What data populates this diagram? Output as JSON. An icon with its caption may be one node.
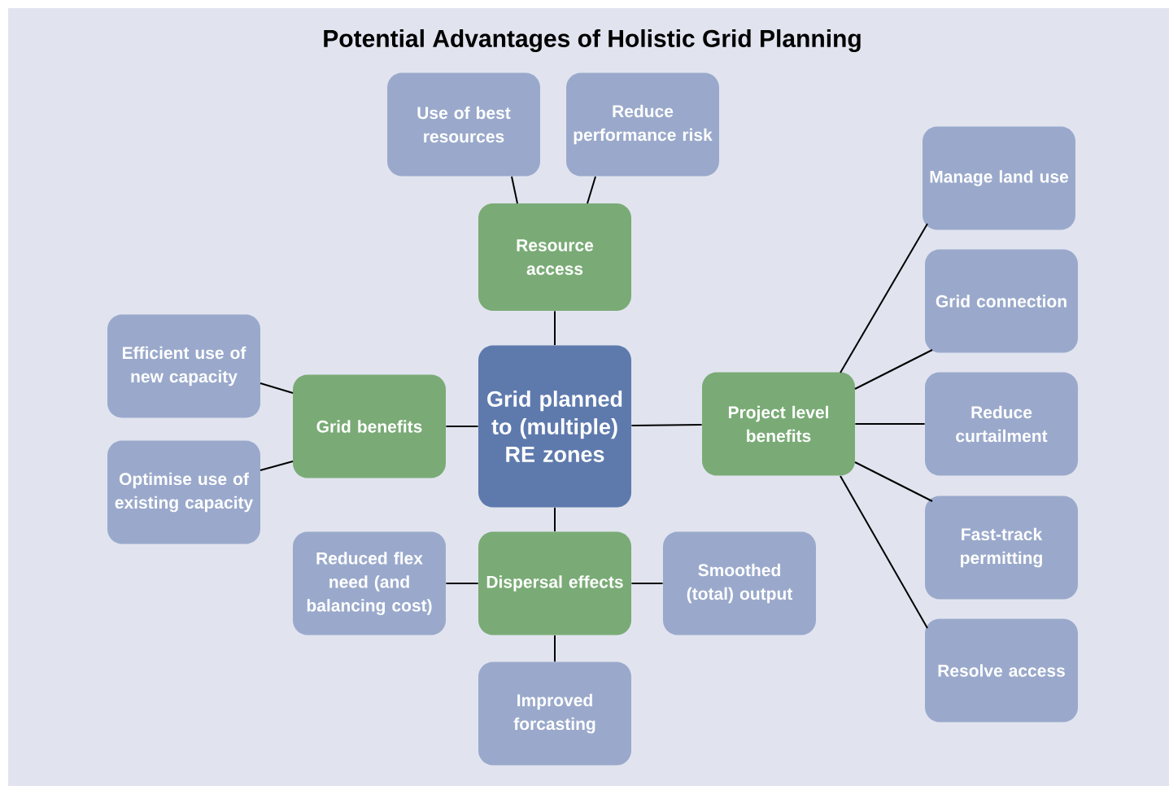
{
  "diagram": {
    "title": "Potential Advantages of Holistic Grid Planning",
    "nodes": [
      {
        "text": [
          "Grid planned to (multiple) RE zones"
        ]
      },
      {
        "text": [
          "Resource access"
        ]
      },
      {
        "text": [
          "Use of best resources"
        ]
      },
      {
        "text": [
          "Reduce performance risk"
        ]
      },
      {
        "text": [
          "Grid benefits"
        ]
      },
      {
        "text": [
          "Efficient use of new capacity"
        ]
      },
      {
        "text": [
          "Optimise use of existing capacity"
        ]
      },
      {
        "text": [
          "Project level benefits"
        ]
      },
      {
        "text": [
          "Manage land use"
        ]
      },
      {
        "text": [
          "Grid connection"
        ]
      },
      {
        "text": [
          "Reduce curtailment"
        ]
      },
      {
        "text": [
          "Fast-track permitting"
        ]
      },
      {
        "text": [
          "Resolve access"
        ]
      },
      {
        "text": [
          "Dispersal effects"
        ]
      },
      {
        "text": [
          "Reduced flex need (and balancing cost)"
        ]
      },
      {
        "text": [
          "Smoothed (total) output"
        ]
      },
      {
        "text": [
          "Improved forcasting"
        ]
      }
    ],
    "edges": [
      {
        "from": 0,
        "to": 1,
        "arrow": "none"
      },
      {
        "from": 1,
        "to": 2,
        "arrow": "none"
      },
      {
        "from": 1,
        "to": 3,
        "arrow": "none"
      },
      {
        "from": 0,
        "to": 4,
        "arrow": "none"
      },
      {
        "from": 4,
        "to": 5,
        "arrow": "none"
      },
      {
        "from": 4,
        "to": 6,
        "arrow": "none"
      },
      {
        "from": 0,
        "to": 7,
        "arrow": "none"
      },
      {
        "from": 7,
        "to": 8,
        "arrow": "none"
      },
      {
        "from": 7,
        "to": 9,
        "arrow": "none"
      },
      {
        "from": 7,
        "to": 10,
        "arrow": "none"
      },
      {
        "from": 7,
        "to": 11,
        "arrow": "none"
      },
      {
        "from": 7,
        "to": 12,
        "arrow": "none"
      },
      {
        "from": 0,
        "to": 13,
        "arrow": "none"
      },
      {
        "from": 13,
        "to": 14,
        "arrow": "none"
      },
      {
        "from": 13,
        "to": 15,
        "arrow": "none"
      },
      {
        "from": 13,
        "to": 16,
        "arrow": "none"
      }
    ]
  }
}
